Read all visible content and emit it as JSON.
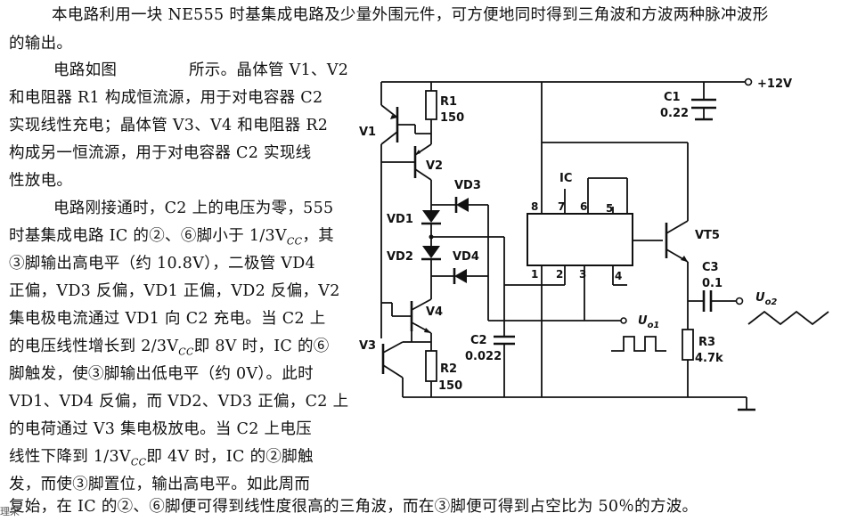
{
  "text": {
    "p1_line1": "本电路利用一块 NE555 时基集成电路及少量外围元件，可方便地同时得到三角波和方波两种脉冲波形",
    "p1_line2": "的输出。",
    "p2_line1a": "电路如图",
    "p2_line1b": "所示。晶体管 V1、V2",
    "p2_line2": "和电阻器 R1 构成恒流源，用于对电容器 C2",
    "p2_line3": "实现线性充电；晶体管 V3、V4 和电阻器 R2",
    "p2_line4": "构成另一恒流源，用于对电容器 C2 实现线",
    "p2_line5": "性放电。",
    "p3_line1": "电路刚接通时，C2 上的电压为零，555",
    "p3_line2": "时基集成电路 IC 的②、⑥脚小于 1/3V",
    "p3_line2_sub": "CC",
    "p3_line2_end": "，其",
    "p3_line3": "③脚输出高电平（约 10.8V），二极管 VD4",
    "p3_line4": "正偏，VD3 反偏，VD1 正偏，VD2 反偏，V2",
    "p3_line5": "集电极电流通过 VD1 向 C2 充电。当 C2 上",
    "p3_line6a": "的电压线性增长到 2/3V",
    "p3_line6_sub": "CC",
    "p3_line6b": "即 8V 时，IC 的⑥",
    "p3_line7": "脚触发，使③脚输出低电平（约 0V）。此时",
    "p3_line8": "VD1、VD4 反偏，而 VD2、VD3 正偏，C2 上",
    "p3_line9": "的电荷通过 V3 集电极放电。当 C2 上电压",
    "p3_line10a": "线性下降到 1/3V",
    "p3_line10_sub": "CC",
    "p3_line10b": "即 4V 时，IC 的②脚触",
    "p3_line11": "发，而使③脚置位，输出高电平。如此周而",
    "p3_line12": "复始，在 IC 的②、⑥脚便可得到线性度很高的三角波，而在③脚便可得到占空比为 50％的方波。",
    "footer": "理采"
  },
  "labels": {
    "supply": "+12V",
    "c1_name": "C1",
    "c1_val": "0.22",
    "r1_name": "R1",
    "r1_val": "150",
    "v1": "V1",
    "v2": "V2",
    "vd3": "VD3",
    "vd1": "VD1",
    "vd2": "VD2",
    "vd4": "VD4",
    "ic": "IC",
    "pin8": "8",
    "pin7": "7",
    "pin6": "6",
    "pin5": "5",
    "pin1": "1",
    "pin2": "2",
    "pin3": "3",
    "pin4": "4",
    "vt5": "VT5",
    "c3_name": "C3",
    "c3_val": "0.1",
    "uo2": "U",
    "uo2_sub": "o2",
    "uo1": "U",
    "uo1_sub": "o1",
    "v4": "V4",
    "v3": "V3",
    "c2_name": "C2",
    "c2_val": "0.022",
    "r2_name": "R2",
    "r2_val": "150",
    "r3_name": "R3",
    "r3_val": "4.7k"
  }
}
